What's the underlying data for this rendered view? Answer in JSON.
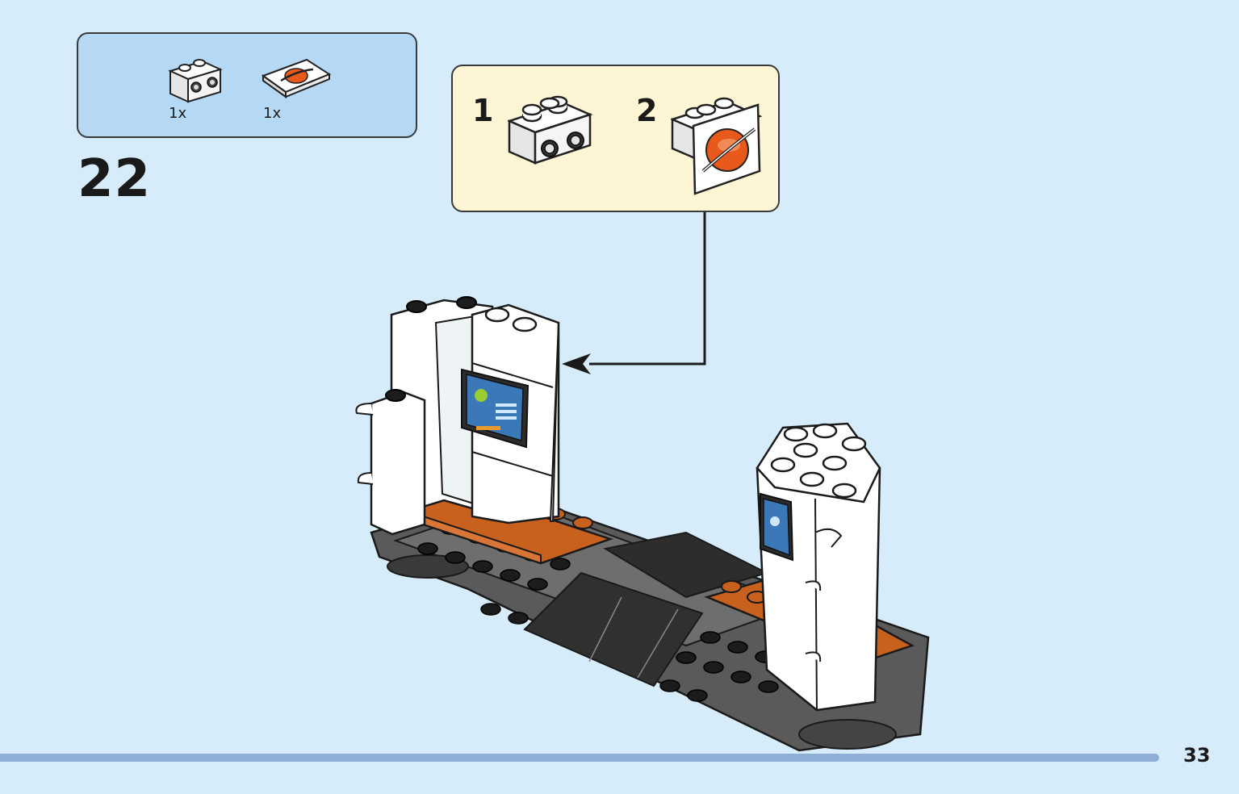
{
  "parts_list": {
    "items": [
      {
        "icon": "white-brick-1x2-with-studs-on-side",
        "quantity": "1x"
      },
      {
        "icon": "space-logo-tile",
        "quantity": "1x"
      }
    ]
  },
  "step": {
    "number": "22"
  },
  "callout": {
    "substeps": [
      {
        "label": "1",
        "icon": "white-brick-1x2-with-studs-on-side"
      },
      {
        "label": "2",
        "icon": "brick-with-space-logo-tile"
      }
    ]
  },
  "page": {
    "number": "33"
  },
  "colors": {
    "background": "#d6ecfb",
    "parts_box": "#b5d9f5",
    "callout_box": "#fdf5d3",
    "orange_plate": "#c8611e",
    "dark_base": "#505050",
    "bottom_bar": "#8eaed6"
  }
}
